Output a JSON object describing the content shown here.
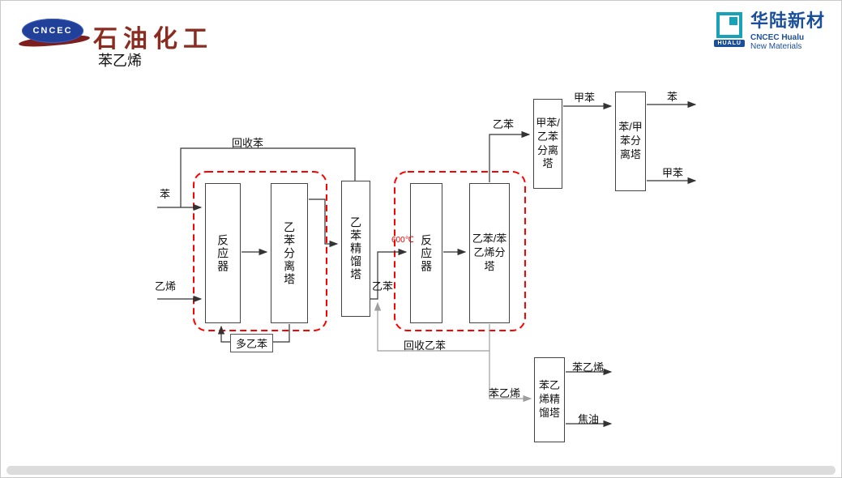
{
  "header": {
    "cncec_logo_text": "CNCEC",
    "brand": "石油化工",
    "page_title": "苯乙烯",
    "hualu": {
      "name": "华陆新材",
      "en_line1": "CNCEC Hualu",
      "en_line2": "New Materials",
      "badge": "HUALU"
    }
  },
  "colors": {
    "dashed_outline": "#ff0000",
    "temperature_text": "#e60000",
    "brand_text": "#8a2d20",
    "hualu_blue": "#1b4f9c",
    "hualu_teal": "#17a2b8",
    "line": "#333333",
    "recycle_line": "#9e9e9e"
  },
  "diagram": {
    "boxes": [
      {
        "id": "reactor1",
        "label": "反应器"
      },
      {
        "id": "eb_separation_tower",
        "label": "乙苯分离塔"
      },
      {
        "id": "eb_distillation_tower",
        "label": "乙苯精馏塔"
      },
      {
        "id": "reactor2",
        "label": "反应器"
      },
      {
        "id": "eb_styrene_splitter",
        "label": "乙苯/苯乙烯分塔"
      },
      {
        "id": "toluene_eb_separation_tower",
        "label": "甲苯/乙苯分离塔"
      },
      {
        "id": "benzene_toluene_separation_tower",
        "label": "苯/甲苯分离塔"
      },
      {
        "id": "styrene_distillation_tower",
        "label": "苯乙烯精馏塔"
      }
    ],
    "streams": {
      "benzene_feed": "苯",
      "ethylene_feed": "乙烯",
      "recycle_benzene": "回收苯",
      "poly_ethylbenzene": "多乙苯",
      "ethylbenzene_mid": "乙苯",
      "reactor2_temperature": "600℃",
      "ethylbenzene_top": "乙苯",
      "toluene_top": "甲苯",
      "benzene_out": "苯",
      "toluene_out": "甲苯",
      "recycle_ethylbenzene": "回收乙苯",
      "crude_styrene": "苯乙烯",
      "styrene_out": "苯乙烯",
      "tar_out": "焦油"
    }
  }
}
